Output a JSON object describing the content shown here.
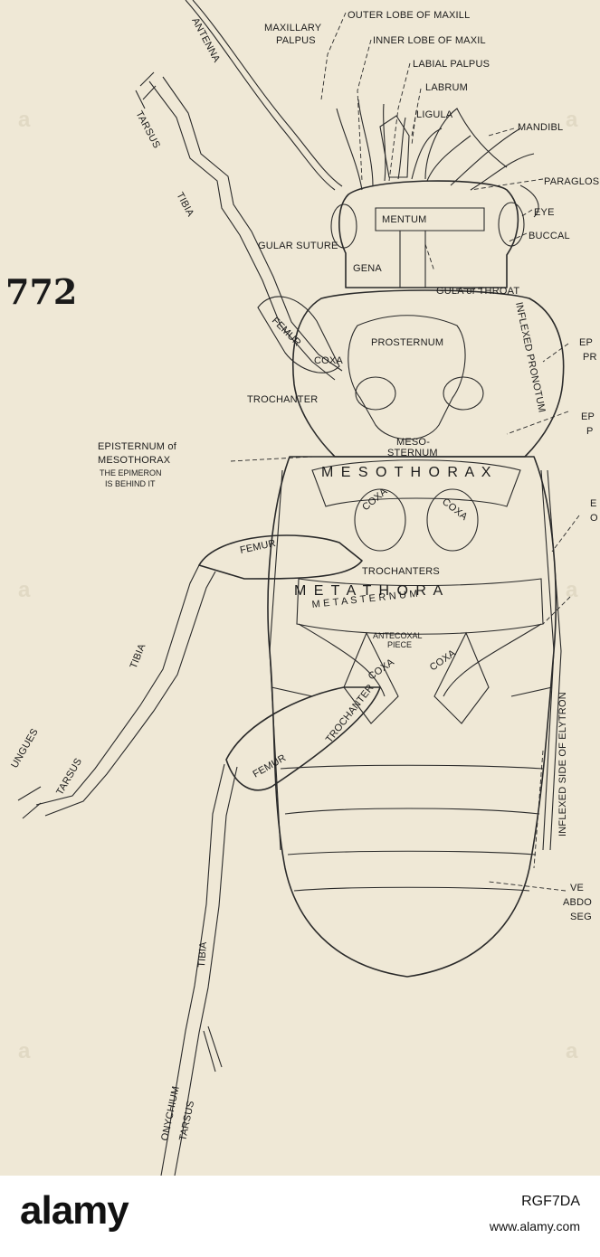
{
  "figure": {
    "number": "772",
    "labels": {
      "maxillary_palpus_1": "MAXILLARY",
      "maxillary_palpus_2": "PALPUS",
      "outer_lobe": "OUTER LOBE OF MAXILL",
      "inner_lobe": "INNER LOBE OF MAXIL",
      "labial_palpus": "LABIAL PALPUS",
      "labrum": "LABRUM",
      "ligula": "LIGULA",
      "mandible": "MANDIBL",
      "paraglossa": "PARAGLOS",
      "mentum": "MENTUM",
      "eye": "EYE",
      "buccal": "BUCCAL",
      "gular_suture": "GULAR SUTURE",
      "gena": "GENA",
      "gula_throat": "GULA or THROAT",
      "antenna": "ANTENNA",
      "tarsus_fore": "TARSUS",
      "tibia_fore": "TIBIA",
      "femur_fore": "FEMUR",
      "coxa_fore": "COXA",
      "prosternum": "PROSTERNUM",
      "trochanter_fore": "TROCHANTER",
      "inflexed_pronotum": "INFLEXED PRONOTUM",
      "ep_right_1": "EP",
      "ep_right_1b": "PR",
      "ep_right_2": "EP",
      "ep_right_2b": "P",
      "episternum_meso_1": "EPISTERNUM of",
      "episternum_meso_2": "MESOTHORAX",
      "episternum_meso_3": "THE EPIMERON",
      "episternum_meso_4": "IS BEHIND IT",
      "mesosternum_1": "MESO-",
      "mesosternum_2": "STERNUM",
      "mesothorax": "M E S O T H O R A X",
      "coxa_mid_left": "COXA",
      "coxa_mid_right": "COXA",
      "femur_mid": "FEMUR",
      "trochanters": "TROCHANTERS",
      "metathorax": "M E T A T H O R A",
      "metasternum": "M E T A S T E R N U M",
      "antecoxal_1": "ANTECOXAL",
      "antecoxal_2": "PIECE",
      "tibia_mid": "TIBIA",
      "ungues": "UNGUES",
      "tarsus_mid": "TARSUS",
      "coxa_hind_left": "COXA",
      "coxa_hind_right": "COXA",
      "trochanter_hind": "TROCHANTER",
      "femur_hind": "FEMUR",
      "inflexed_elytron": "INFLEXED SIDE OF ELYTRON",
      "e_right_1": "E",
      "e_right_1b": "O",
      "ventral_1": "VE",
      "ventral_2": "ABDO",
      "ventral_3": "SEG",
      "tibia_hind": "TIBIA",
      "onychium": "ONYCHIUM",
      "tarsus_hind": "TARSUS"
    }
  },
  "watermark": "a",
  "footer": {
    "brand": "alamy",
    "stock_id": "RGF7DA",
    "site": "www.alamy.com"
  }
}
